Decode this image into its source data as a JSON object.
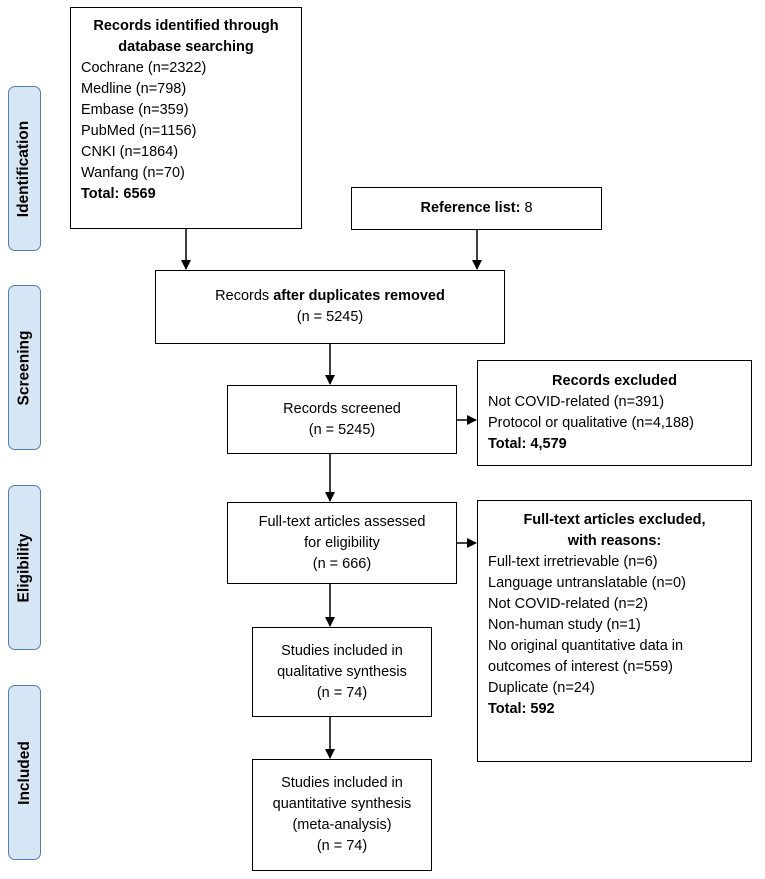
{
  "stages": {
    "identification": "Identification",
    "screening": "Screening",
    "eligibility": "Eligibility",
    "included": "Included"
  },
  "identified": {
    "title_line1": "Records identified through",
    "title_line2": "database searching",
    "sources": [
      "Cochrane (n=2322)",
      "Medline (n=798)",
      "Embase (n=359)",
      "PubMed (n=1156)",
      "CNKI (n=1864)",
      "Wanfang (n=70)"
    ],
    "total_label": "Total: 6569"
  },
  "reference": {
    "label": "Reference list:",
    "value": " 8"
  },
  "after_duplicates": {
    "prefix": "Records ",
    "bold": "after duplicates removed",
    "count": "(n = 5245)"
  },
  "screened": {
    "label": "Records screened",
    "count": "(n = 5245)"
  },
  "excluded": {
    "title": "Records excluded",
    "items": [
      "Not COVID-related (n=391)",
      "Protocol or qualitative (n=4,188)"
    ],
    "total": "Total: 4,579"
  },
  "fulltext": {
    "line1": "Full-text articles assessed",
    "line2": "for eligibility",
    "count": "(n = 666)"
  },
  "fulltext_excluded": {
    "title_line1": "Full-text articles excluded,",
    "title_line2": "with reasons:",
    "items": [
      "Full-text irretrievable (n=6)",
      "Language untranslatable (n=0)",
      "Not COVID-related (n=2)",
      "Non-human study (n=1)",
      "No original quantitative data in",
      "outcomes of interest (n=559)",
      "Duplicate (n=24)"
    ],
    "total": "Total: 592"
  },
  "qualitative": {
    "line1": "Studies included in",
    "line2": "qualitative synthesis",
    "count": "(n = 74)"
  },
  "quantitative": {
    "line1": "Studies included in",
    "line2": "quantitative synthesis",
    "line3": "(meta-analysis)",
    "count": "(n = 74)"
  }
}
